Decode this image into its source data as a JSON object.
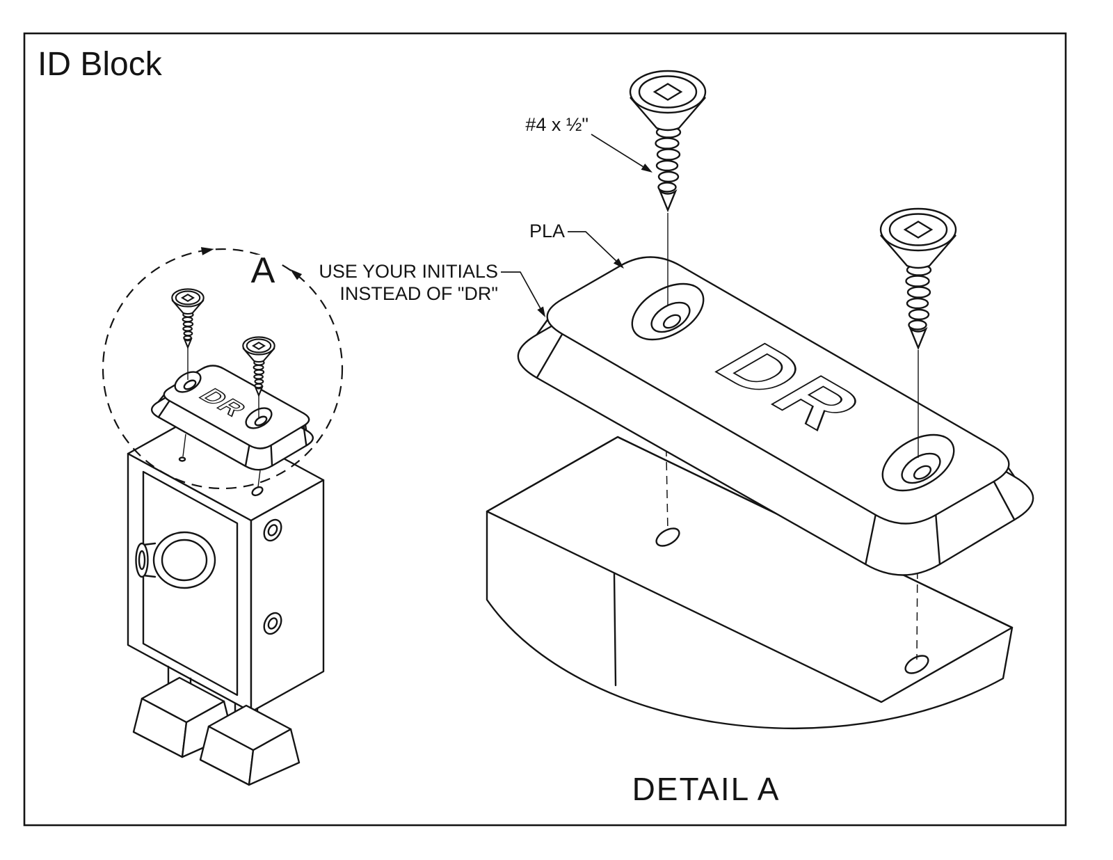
{
  "title": "ID Block",
  "colors": {
    "line": "#141414",
    "background": "#ffffff"
  },
  "callout": {
    "letter": "A"
  },
  "annotations": {
    "screw_size": "#4 x ½\"",
    "material": "PLA",
    "initials_line1": "USE YOUR INITIALS",
    "initials_line2": "INSTEAD OF \"DR\"",
    "engraving": "DR"
  },
  "caption": {
    "detail": "DETAIL A"
  }
}
